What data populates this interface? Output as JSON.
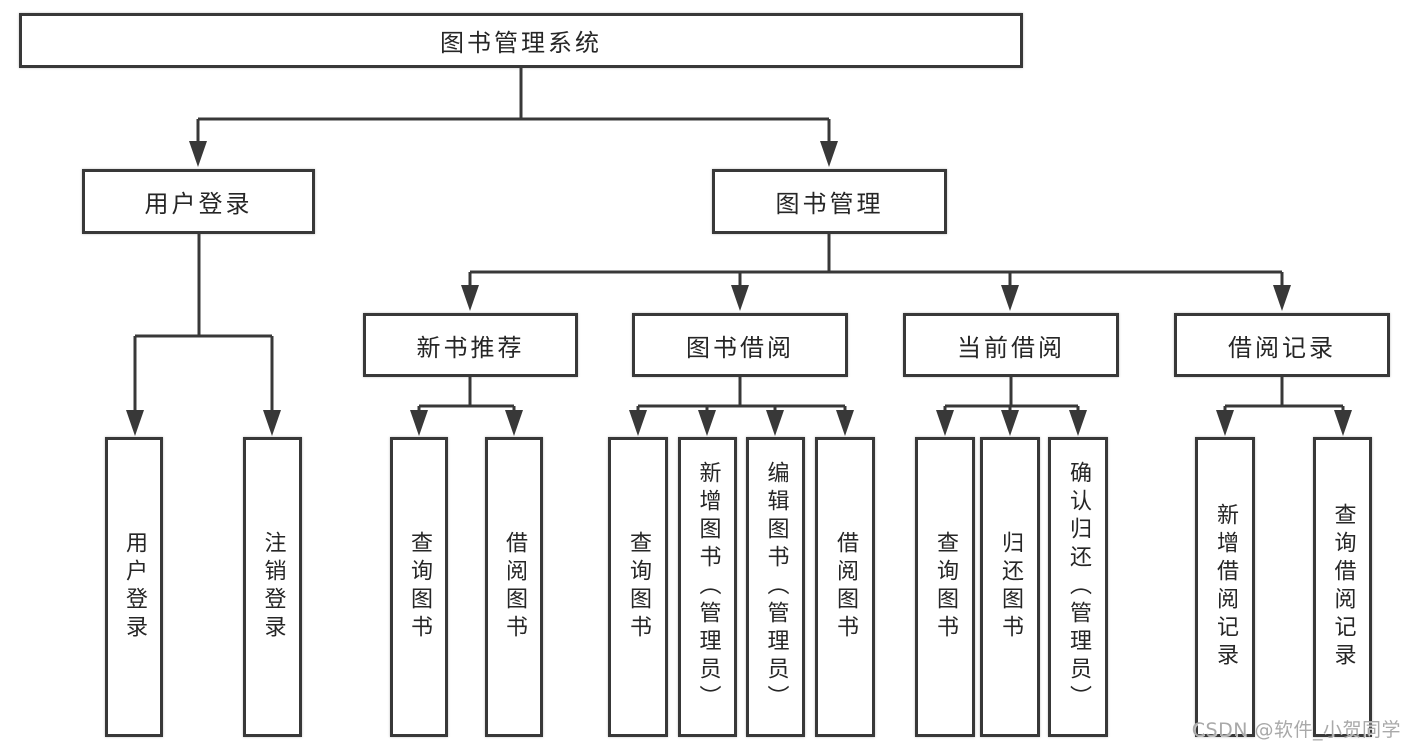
{
  "diagram": {
    "root": {
      "label": "图书管理系统"
    },
    "level2": [
      {
        "id": "user-login",
        "label": "用户登录"
      },
      {
        "id": "book-management",
        "label": "图书管理"
      }
    ],
    "level3": [
      {
        "id": "new-book-recommend",
        "label": "新书推荐"
      },
      {
        "id": "book-borrow",
        "label": "图书借阅"
      },
      {
        "id": "current-borrow",
        "label": "当前借阅"
      },
      {
        "id": "borrow-records",
        "label": "借阅记录"
      }
    ],
    "leaves": {
      "user_login": [
        {
          "label": "用户登录"
        },
        {
          "label": "注销登录"
        }
      ],
      "new_book_recommend": [
        {
          "label": "查询图书"
        },
        {
          "label": "借阅图书"
        }
      ],
      "book_borrow": [
        {
          "label": "查询图书"
        },
        {
          "label": "新增图书（管理员）"
        },
        {
          "label": "编辑图书（管理员）"
        },
        {
          "label": "借阅图书"
        }
      ],
      "current_borrow": [
        {
          "label": "查询图书"
        },
        {
          "label": "归还图书"
        },
        {
          "label": "确认归还（管理员）"
        }
      ],
      "borrow_records": [
        {
          "label": "新增借阅记录"
        },
        {
          "label": "查询借阅记录"
        }
      ]
    },
    "watermark": "CSDN @软件_小贺同学",
    "colors": {
      "line": "#383838",
      "box_border": "#383838",
      "text": "#262626",
      "box_background": "#ffffff",
      "page_background": "#ffffff",
      "watermark": "#a9a9a9"
    }
  }
}
